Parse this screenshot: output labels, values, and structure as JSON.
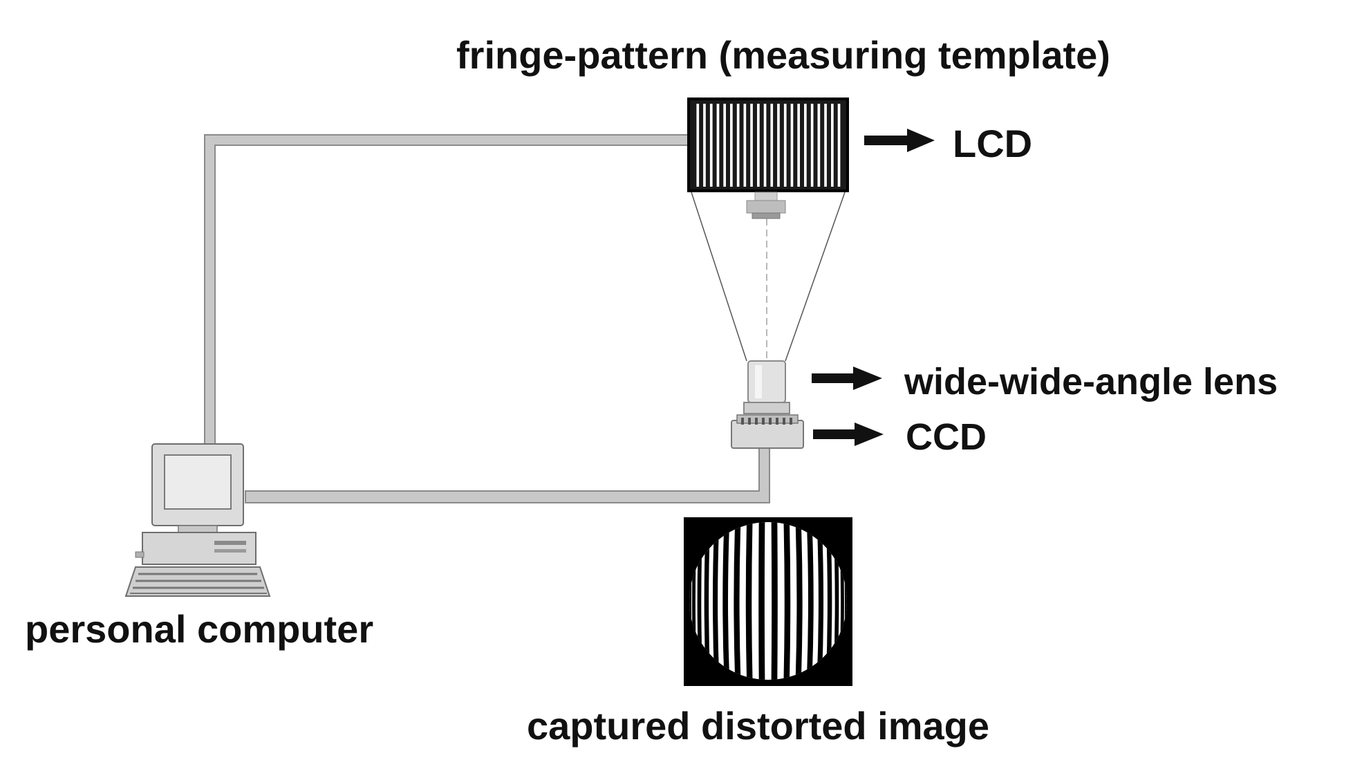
{
  "diagram": {
    "labels": {
      "fringe_pattern": "fringe-pattern (measuring template)",
      "lcd": "LCD",
      "lens": "wide-wide-angle lens",
      "ccd": "CCD",
      "personal_computer": "personal computer",
      "captured_image": "captured distorted image"
    },
    "colors": {
      "cable": "#c8c8c8",
      "cable_edge": "#8a8a8a",
      "lcd_frame": "#1a1a1a",
      "lcd_fringe": "#ffffff",
      "arrow": "#111111",
      "equipment": "#d9d9d9"
    },
    "lcd_fringe_count": 22,
    "captured_fringe_count": 20
  }
}
